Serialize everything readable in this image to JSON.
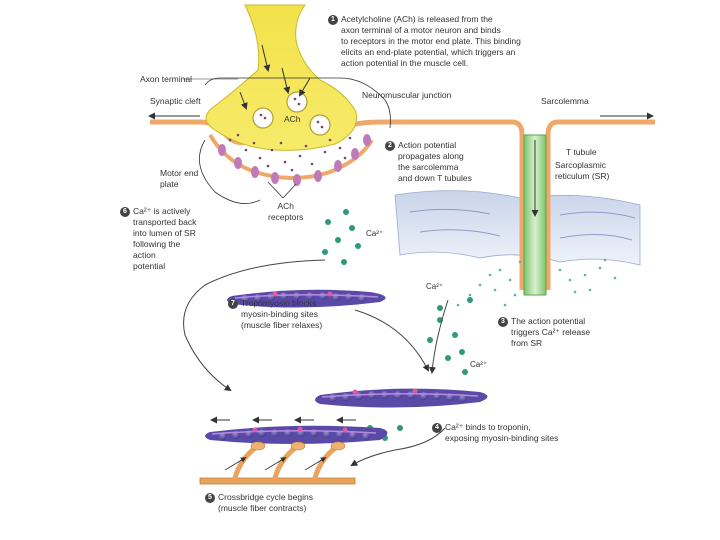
{
  "steps": [
    {
      "num": "1",
      "text": "Acetylcholine (ACh) is released from the\naxon terminal of a motor neuron and binds\nto receptors in the motor end plate. This binding\nelicits an end-plate potential, which triggers an\naction potential in the muscle cell."
    },
    {
      "num": "2",
      "text": "Action potential\npropagates along\nthe sarcolemma\nand down T tubules"
    },
    {
      "num": "3",
      "text": "The action potential\ntriggers Ca²⁺ release\nfrom SR"
    },
    {
      "num": "4",
      "text": "Ca²⁺ binds to troponin,\nexposing myosin-binding sites"
    },
    {
      "num": "5",
      "text": "Crossbridge cycle begins\n(muscle fiber contracts)"
    },
    {
      "num": "6",
      "text": "Ca²⁺ is actively\ntransported back\ninto lumen of SR\nfollowing the\naction\npotential"
    },
    {
      "num": "7",
      "text": "Tropomyosin blocks\nmyosin-binding sites\n(muscle fiber relaxes)"
    }
  ],
  "labels": {
    "axon_terminal": "Axon terminal",
    "neuromuscular_junction": "Neuromuscular junction",
    "synaptic_cleft": "Synaptic cleft",
    "sarcolemma": "Sarcolemma",
    "ach": "ACh",
    "t_tubule": "T tubule",
    "sarcoplasmic_reticulum": "Sarcoplasmic\nreticulum (SR)",
    "motor_end_plate": "Motor end\nplate",
    "ach_receptors": "ACh\nreceptors",
    "ca_1": "Ca²⁺",
    "ca_2": "Ca²⁺",
    "ca_3": "Ca²⁺"
  }
}
